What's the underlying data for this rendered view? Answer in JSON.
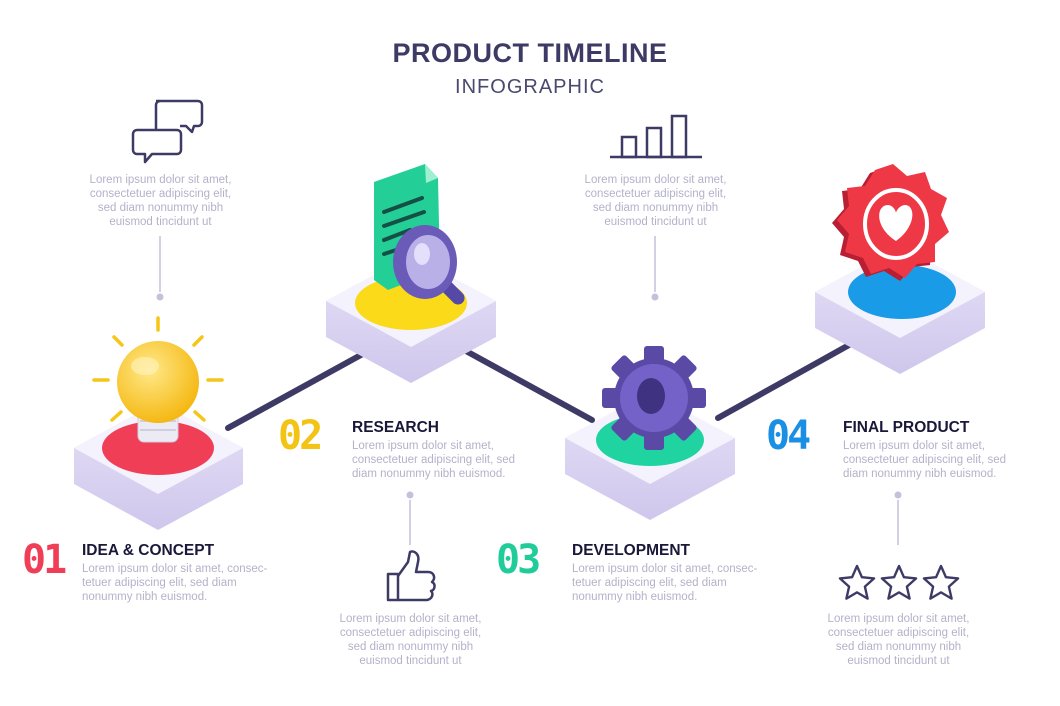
{
  "header": {
    "title": "PRODUCT TIMELINE",
    "subtitle": "INFOGRAPHIC"
  },
  "steps": [
    {
      "number": "01",
      "name": "IDEA & CONCEPT",
      "color": "#ef3e56",
      "desc": "Lorem ipsum dolor sit amet, consec-\ntetuer adipiscing elit, sed diam\nnonummy nibh euismod.",
      "icon": "lightbulb-icon",
      "note": "Lorem ipsum dolor sit amet,\nconsectetuer adipiscing elit,\nsed diam nonummy nibh\neuismod tincidunt ut",
      "note_icon": "chat-bubbles-icon"
    },
    {
      "number": "02",
      "name": "RESEARCH",
      "color": "#f3c316",
      "desc": "Lorem ipsum dolor sit amet,\nconsectetuer adipiscing elit, sed\ndiam nonummy nibh euismod.",
      "icon": "document-magnifier-icon",
      "note": "Lorem ipsum dolor sit amet,\nconsectetuer adipiscing elit,\nsed diam nonummy nibh\neuismod tincidunt ut",
      "note_icon": "thumbs-up-icon"
    },
    {
      "number": "03",
      "name": "DEVELOPMENT",
      "color": "#1fcc9a",
      "desc": "Lorem ipsum dolor sit amet, consec-\ntetuer adipiscing elit, sed diam\nnonummy nibh euismod.",
      "icon": "gear-icon",
      "note": "Lorem ipsum dolor sit amet,\nconsectetuer adipiscing elit,\nsed diam nonummy nibh\neuismod tincidunt ut",
      "note_icon": "bar-chart-icon"
    },
    {
      "number": "04",
      "name": "FINAL PRODUCT",
      "color": "#1a8fe3",
      "desc": "Lorem ipsum dolor sit amet,\nconsectetuer adipiscing elit, sed\ndiam nonummy nibh euismod.",
      "icon": "heart-badge-icon",
      "note": "Lorem ipsum dolor sit amet,\nconsectetuer adipiscing elit,\nsed diam nonummy nibh\neuismod tincidunt ut",
      "note_icon": "three-stars-icon"
    }
  ],
  "colors": {
    "title": "#3d3a66",
    "connector": "#3d3a66",
    "platform_top": "#f4f2fc",
    "platform_side": "#d9d4f0",
    "icon_purple": "#6a5bb8",
    "lorem": "#b3b2c9"
  }
}
